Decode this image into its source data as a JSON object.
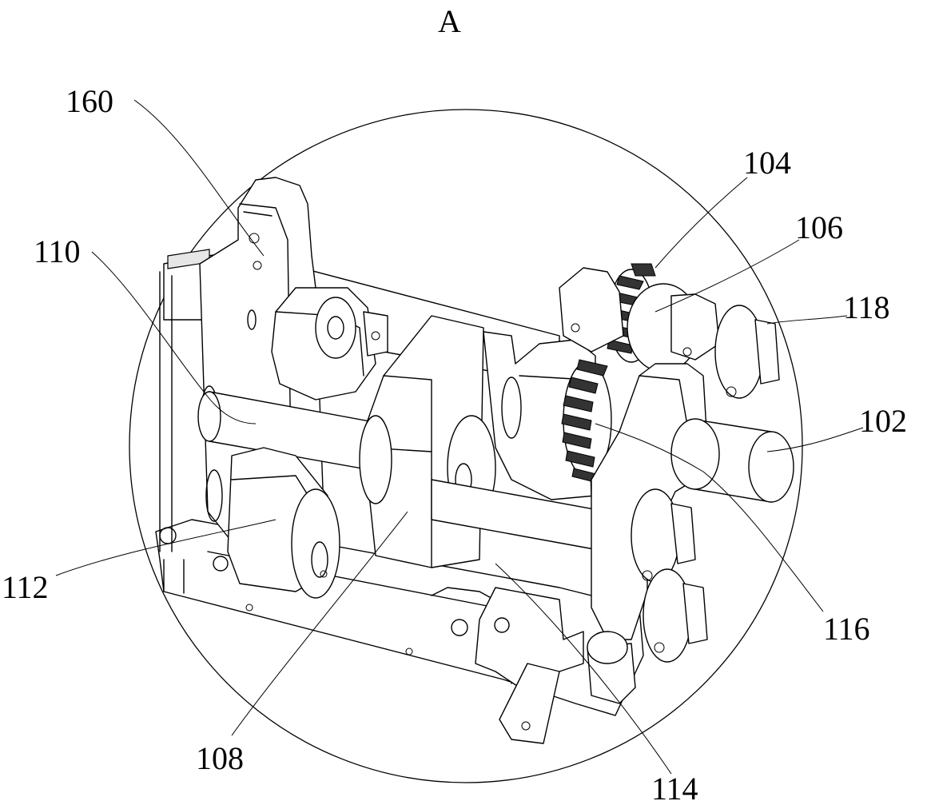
{
  "figure": {
    "view_label": "A",
    "callouts": [
      {
        "id": "c160",
        "text": "160"
      },
      {
        "id": "c110",
        "text": "110"
      },
      {
        "id": "c104",
        "text": "104"
      },
      {
        "id": "c106",
        "text": "106"
      },
      {
        "id": "c118",
        "text": "118"
      },
      {
        "id": "c102",
        "text": "102"
      },
      {
        "id": "c112",
        "text": "112"
      },
      {
        "id": "c116",
        "text": "116"
      },
      {
        "id": "c108",
        "text": "108"
      },
      {
        "id": "c114",
        "text": "114"
      }
    ]
  }
}
